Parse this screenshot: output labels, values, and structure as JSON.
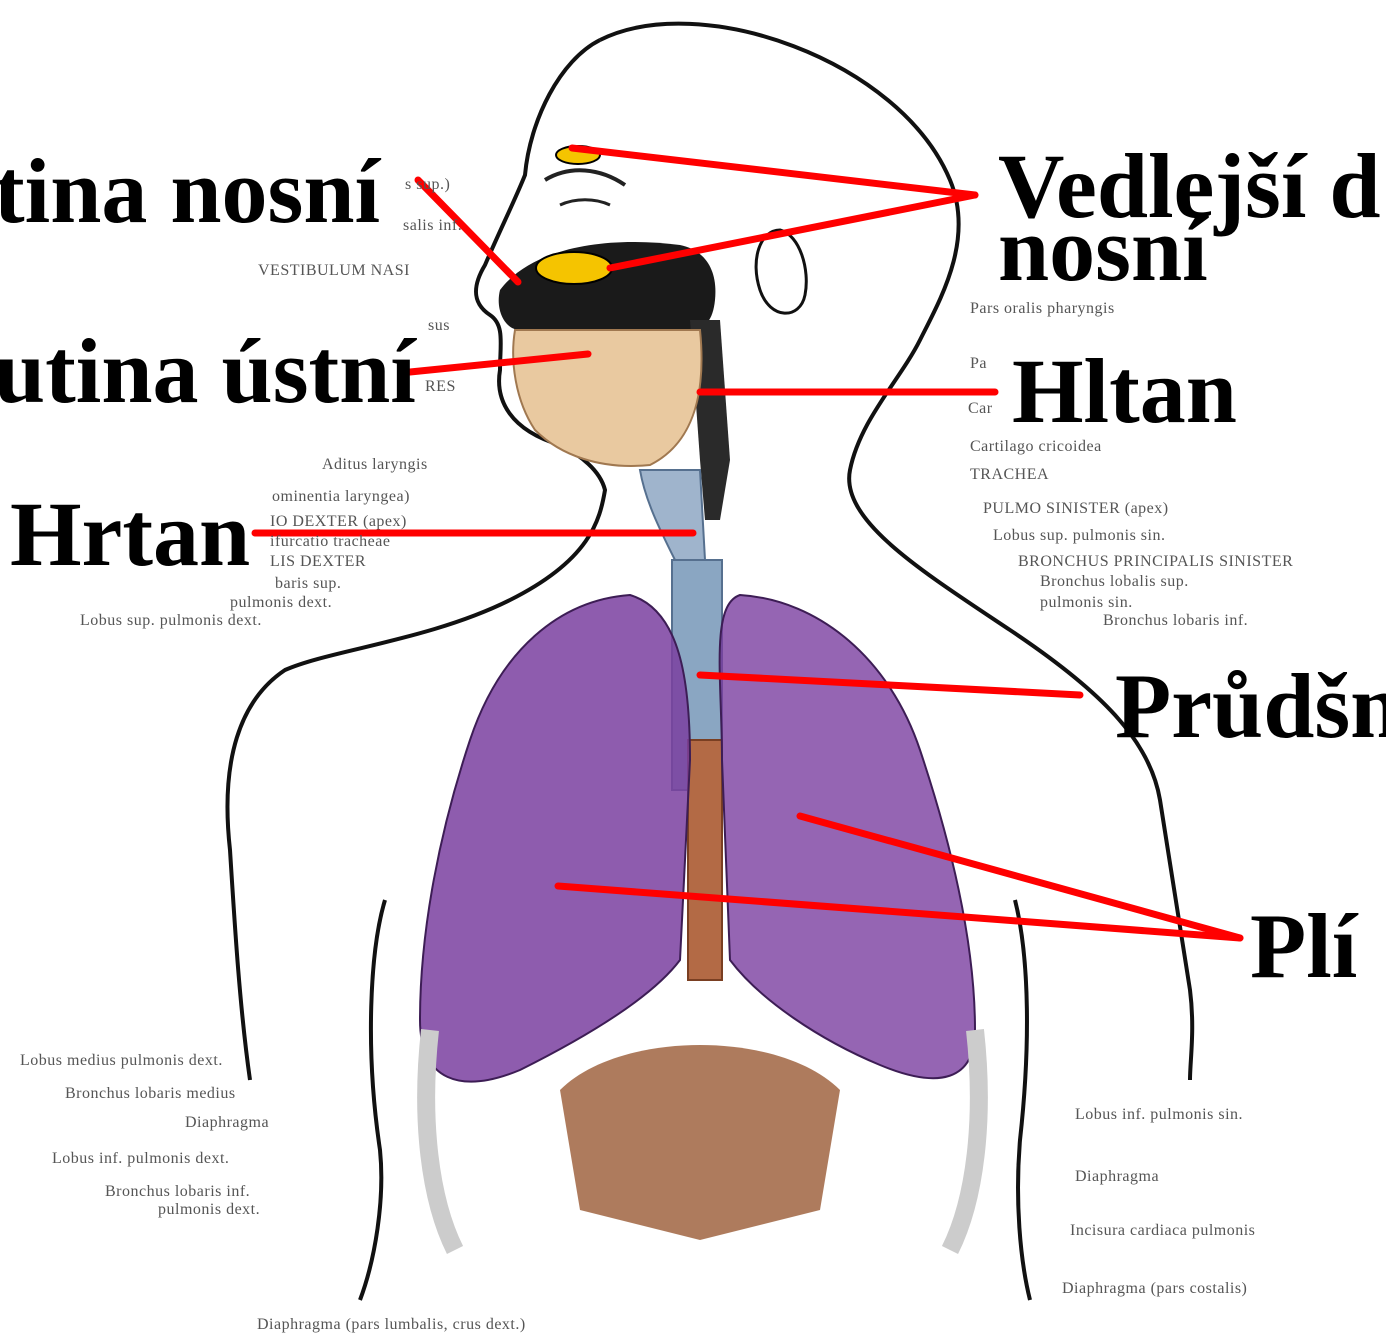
{
  "labels": {
    "nasal_cavity": "tina nosní",
    "paranasal_sinuses_line1": "Vedlejší d",
    "paranasal_sinuses_line2": "nosní",
    "oral_cavity": "utina ústní",
    "pharynx": "Hltan",
    "larynx": "Hrtan",
    "bronchi": "Průdšn",
    "lungs": "Plí"
  },
  "small_labels": {
    "conchae_sup": "s sup.)",
    "nasalis_inf": "salis inf.",
    "vestibulum_nasi": "VESTIBULUM NASI",
    "sus": "sus",
    "res": "RES",
    "aditus_laryngis": "Aditus laryngis",
    "prominentia": "ominentia laryngea)",
    "pulmo_dexter_apex": "IO DEXTER (apex)",
    "bifurcatio": "ifurcatio tracheae",
    "bronchus_dexter": "LIS DEXTER",
    "lobaris_sup": "baris sup.",
    "pulmonis_dext": "pulmonis dext.",
    "lobus_sup_dext": "Lobus sup. pulmonis dext.",
    "pars_oralis": "Pars oralis pharyngis",
    "pa": "Pa",
    "car": "Car",
    "cartilago": "Cartilago cricoidea",
    "trachea": "TRACHEA",
    "pulmo_sinister": "PULMO SINISTER (apex)",
    "lobus_sup_sin": "Lobus sup. pulmonis sin.",
    "bronchus_princ_sin": "BRONCHUS PRINCIPALIS SINISTER",
    "bronchus_lob_sup": "Bronchus lobalis sup.",
    "pulmonis_sin": "pulmonis sin.",
    "bronchus_lob_inf": "Bronchus lobaris inf.",
    "lobus_medius": "Lobus medius pulmonis dext.",
    "bronchus_medius": "Bronchus lobaris medius",
    "diaphragma_l": "Diaphragma",
    "lobus_inf_dext": "Lobus inf. pulmonis dext.",
    "bronchus_inf_1": "Bronchus lobaris inf.",
    "bronchus_inf_2": "pulmonis dext.",
    "lobus_inf_sin": "Lobus inf. pulmonis sin.",
    "diaphragma_r": "Diaphragma",
    "incisura": "Incisura cardiaca pulmonis",
    "diaphragma_costalis": "Diaphragma (pars costalis)",
    "diaphragma_lumbalis": "Diaphragma (pars lumbalis, crus dext.)"
  },
  "colors": {
    "pointer_line": "#ff0000",
    "sinus_fill": "#f5c400",
    "lung_fill": "#7a3fa0",
    "trachea_fill": "#8aa6c2",
    "nasal_cavity_fill": "#1a1a1a",
    "oral_fill": "#e9c9a0"
  }
}
